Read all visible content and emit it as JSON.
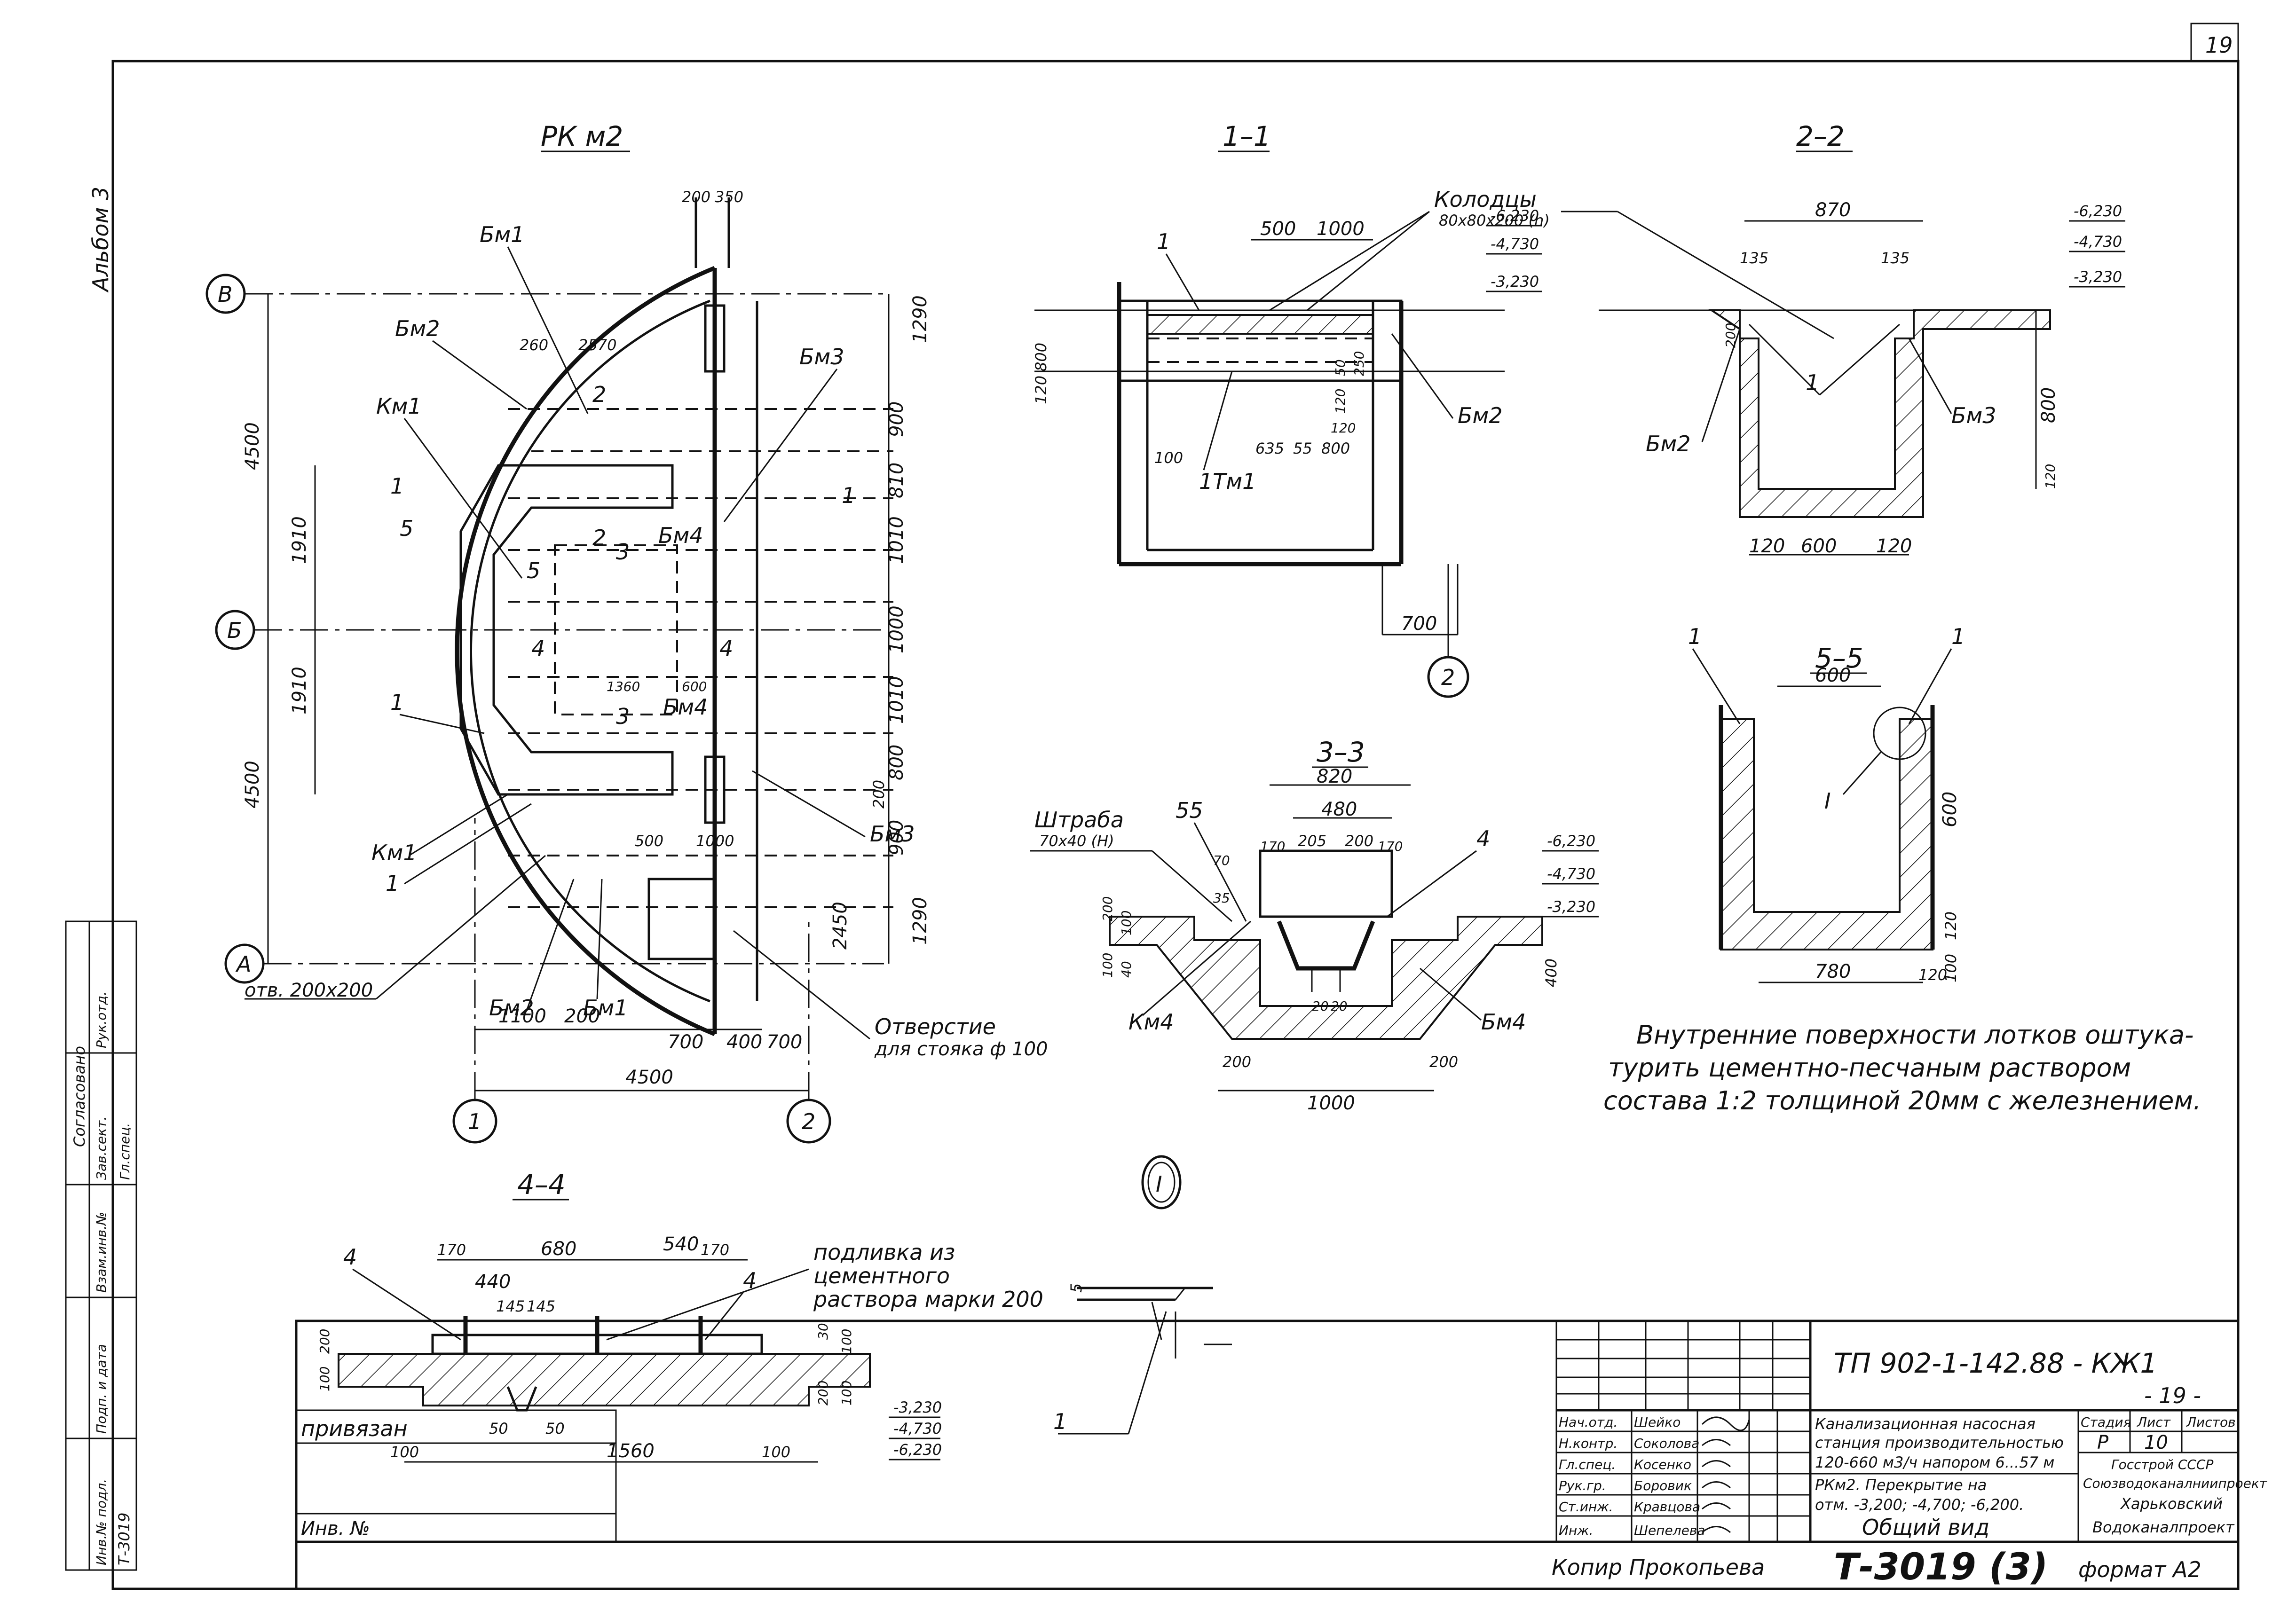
{
  "sheet": {
    "page_number": "19",
    "album": "Альбом 3",
    "copied_by": "Копир Прокопьева",
    "inventory": "Т-3019 (3)",
    "format": "формат А2",
    "left_stamp_code": "Т-3019",
    "left_stamp_title": "Согласовано",
    "left_stamp_rows": [
      "Рук.отд.",
      "Зав.сект.",
      "Гл.спец.",
      "Взам.инв.№",
      "Подп. и дата",
      "Инв.№ подл."
    ]
  },
  "views": {
    "plan": {
      "title": "РК м2",
      "axes": {
        "b_top": "В",
        "b_mid": "Б",
        "a_bottom": "А",
        "one": "1",
        "two": "2"
      },
      "dims": [
        "4500",
        "4500",
        "1910",
        "1910",
        "4500",
        "1100",
        "200",
        "700",
        "400",
        "700",
        "200",
        "350",
        "260",
        "2570",
        "2450",
        "1290",
        "1290",
        "900",
        "810",
        "1010",
        "1000",
        "1010",
        "800",
        "900",
        "200",
        "500",
        "1000",
        "1360",
        "600"
      ],
      "labels": [
        "Бм1",
        "Бм2",
        "Бм3",
        "Км1",
        "Бм4",
        "Бм4",
        "Км1",
        "Бм2",
        "Бм1",
        "Бм3",
        "1",
        "1",
        "2",
        "3",
        "3",
        "4",
        "4",
        "5",
        "5",
        "1",
        "2"
      ],
      "hole_note": "отв. 200х200",
      "riser_note_1": "Отверстие",
      "riser_note_2": "для стояка ф 100"
    },
    "s11": {
      "title": "1–1",
      "note_1": "Колодцы",
      "note_2": "80х80х200 (h)",
      "dims": [
        "500",
        "1000",
        "800",
        "120",
        "100",
        "635",
        "55",
        "800",
        "50",
        "120",
        "250",
        "120",
        "700"
      ],
      "levels": [
        "-6,230",
        "-4,730",
        "-3,230"
      ],
      "labels": [
        "1",
        "1Тм1",
        "Бм2",
        "2"
      ]
    },
    "s22": {
      "title": "2–2",
      "dims": [
        "870",
        "135",
        "135",
        "200",
        "800",
        "120",
        "120",
        "600",
        "120"
      ],
      "levels": [
        "-6,230",
        "-4,730",
        "-3,230"
      ],
      "labels": [
        "Бм2",
        "Бм3",
        "1"
      ]
    },
    "s55": {
      "title": "5–5",
      "dims": [
        "600",
        "600",
        "120",
        "100",
        "780",
        "120"
      ],
      "labels": [
        "1",
        "1",
        "I"
      ]
    },
    "s33": {
      "title": "3–3",
      "dims": [
        "820",
        "480",
        "205",
        "200",
        "170",
        "170",
        "70",
        "35",
        "200",
        "100",
        "100",
        "40",
        "20",
        "20",
        "400",
        "200",
        "200",
        "1000"
      ],
      "levels": [
        "-6,230",
        "-4,730",
        "-3,230"
      ],
      "labels": [
        "55",
        "4",
        "Км4",
        "Бм4"
      ],
      "groove_1": "Штраба",
      "groove_2": "70х40 (Н)"
    },
    "s44": {
      "title": "4–4",
      "dims": [
        "170",
        "680",
        "540",
        "170",
        "440",
        "145",
        "145",
        "100",
        "200",
        "30",
        "100",
        "200",
        "100",
        "50",
        "50",
        "100",
        "1560",
        "100"
      ],
      "levels": [
        "-3,230",
        "-4,730",
        "-6,230"
      ],
      "labels": [
        "4",
        "4"
      ],
      "grout_1": "подливка из",
      "grout_2": "цементного",
      "grout_3": "раствора марки 200"
    },
    "detail": {
      "title": "I",
      "dims": [
        "5"
      ],
      "labels": [
        "1"
      ]
    }
  },
  "note": {
    "line_1": "Внутренние поверхности лотков оштука-",
    "line_2": "турить цементно-песчаным раствором",
    "line_3": "состава 1:2 толщиной 20мм с железнением."
  },
  "title_block": {
    "code": "ТП 902-1-142.88 - КЖ1",
    "sheet_mark": "- 19 -",
    "bound": "привязан",
    "inv": "Инв. №",
    "roles": [
      "Нач.отд.",
      "Н.контр.",
      "Гл.спец.",
      "Рук.гр.",
      "Ст.инж.",
      "Инж."
    ],
    "names": [
      "Шейко",
      "Соколова",
      "Косенко",
      "Боровик",
      "Кравцова",
      "Шепелева"
    ],
    "description": [
      "Канализационная насосная",
      "станция производительностью",
      "120-660 м3/ч напором 6...57 м",
      "РКм2. Перекрытие на",
      "отм. -3,200; -4,700; -6,200.",
      "Общий вид"
    ],
    "col_headers": [
      "Стадия",
      "Лист",
      "Листов"
    ],
    "stage": "Р",
    "sheet_no": "10",
    "org": [
      "Госстрой СССР",
      "Союзводоканалниипроект",
      "Харьковский",
      "Водоканалпроект"
    ]
  }
}
